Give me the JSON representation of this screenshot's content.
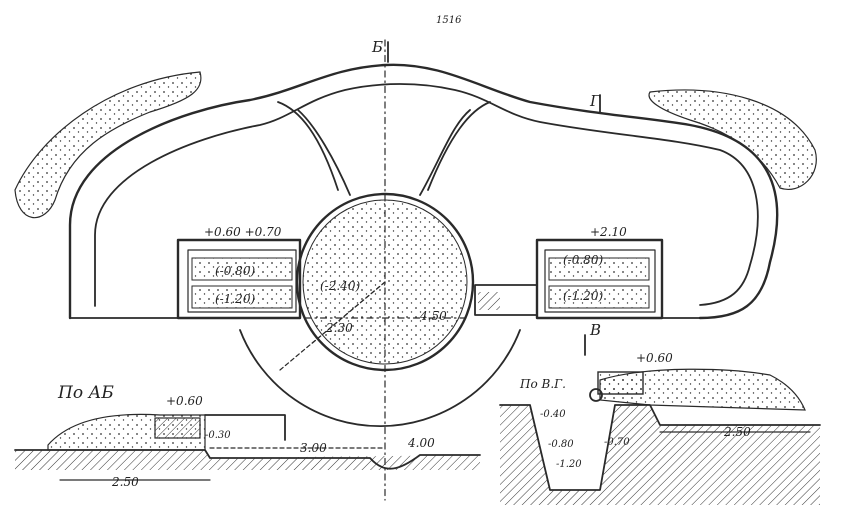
{
  "sheet_number": "1516",
  "section_marks": {
    "b": "Б",
    "g": "Г",
    "v": "В"
  },
  "plan": {
    "left_emplacement_top_elevation": "+0.60 +0.70",
    "left_emplacement_upper": "(-0.80)",
    "left_emplacement_lower": "(-1.20)",
    "right_emplacement_top_elevation": "+2.10",
    "right_emplacement_upper": "(-0.80)",
    "right_emplacement_lower": "(-1.20)",
    "center_elevation": "(-2.40)",
    "radius_inner": "2.30",
    "radius_outer": "4.50"
  },
  "section_ab": {
    "title": "По АБ",
    "elev_top": "+0.60",
    "elev_step": "-0.30",
    "dim_width_left": "2.50",
    "dim_width_mid": "3.00",
    "dim_width_right": "4.00"
  },
  "section_vg": {
    "title": "По В.Г.",
    "elev_top": "+0.60",
    "elev_1": "-0.40",
    "elev_2": "-0.80",
    "elev_3": "-1.20",
    "elev_side": "-0.70",
    "dim_width": "2.50"
  },
  "colors": {
    "ink": "#2a2a2a",
    "paper": "#ffffff"
  }
}
